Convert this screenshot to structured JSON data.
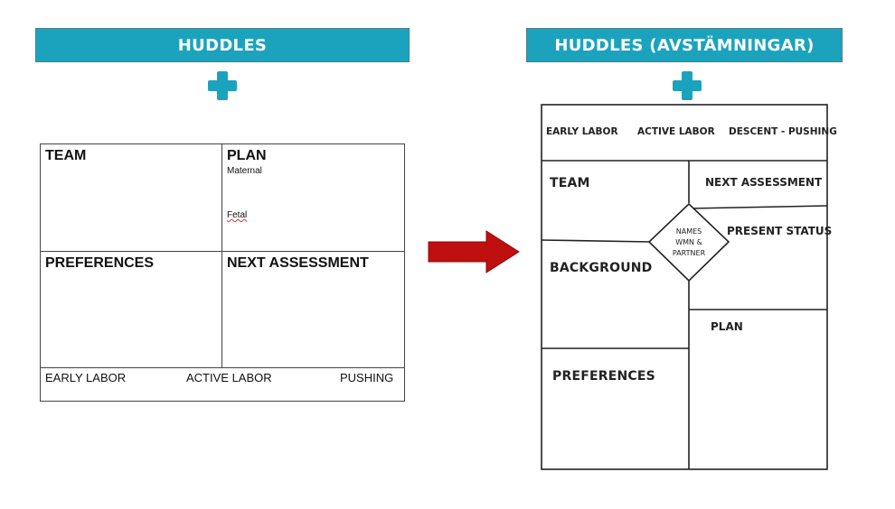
{
  "left": {
    "banner": "HUDDLES",
    "team": "TEAM",
    "plan": "PLAN",
    "maternal": "Maternal",
    "fetal": "Fetal",
    "preferences": "PREFERENCES",
    "next_assessment": "NEXT ASSESSMENT",
    "stages": [
      "EARLY LABOR",
      "ACTIVE LABOR",
      "PUSHING"
    ]
  },
  "right": {
    "banner": "HUDDLES (AVSTÄMNINGAR)",
    "stages": [
      "EARLY LABOR",
      "ACTIVE LABOR",
      "DESCENT - PUSHING"
    ],
    "team": "TEAM",
    "next_assessment": "NEXT ASSESSMENT",
    "diamond_lines": [
      "NAMES",
      "WMN &",
      "PARTNER"
    ],
    "present_status": "PRESENT STATUS",
    "background": "BACKGROUND",
    "plan": "PLAN",
    "preferences": "PREFERENCES"
  },
  "colors": {
    "banner": "#1ba3bd",
    "arrow": "#c00f0f"
  },
  "icons": [
    "plus-icon",
    "right-arrow-icon"
  ]
}
